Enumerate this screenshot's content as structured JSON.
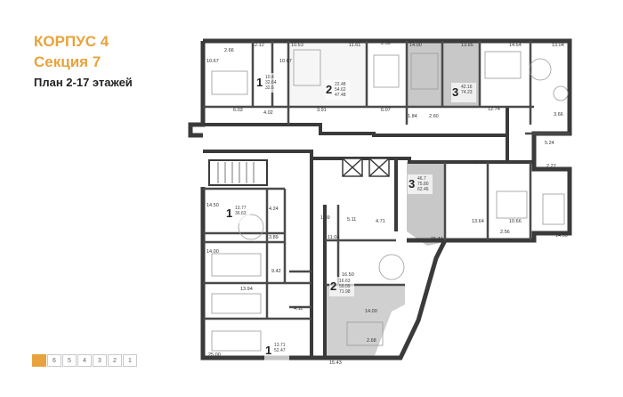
{
  "header": {
    "building": "КОРПУС 4",
    "section": "Секция 7",
    "floors": "План 2-17 этажей"
  },
  "section_selector": [
    {
      "label": "",
      "active": true
    },
    {
      "label": "6",
      "active": false
    },
    {
      "label": "5",
      "active": false
    },
    {
      "label": "4",
      "active": false
    },
    {
      "label": "3",
      "active": false
    },
    {
      "label": "2",
      "active": false
    },
    {
      "label": "1",
      "active": false
    }
  ],
  "apartments": [
    {
      "id": "top-1",
      "rooms": "1",
      "areas": [
        "10.4",
        "32.64",
        "32.6"
      ]
    },
    {
      "id": "top-2",
      "rooms": "2",
      "areas": [
        "22.48",
        "54.62",
        "47.48"
      ]
    },
    {
      "id": "top-3",
      "rooms": "3",
      "areas": [
        "42.16",
        "74.23"
      ]
    },
    {
      "id": "right-3",
      "rooms": "3",
      "areas": [
        "46.7",
        "75.80",
        "62.46"
      ]
    },
    {
      "id": "left-1a",
      "rooms": "1",
      "areas": [
        "13.77",
        "36.63"
      ]
    },
    {
      "id": "mid-2",
      "rooms": "2",
      "areas": [
        "16.63",
        "59.09",
        "71.98"
      ]
    },
    {
      "id": "left-1b",
      "rooms": "1",
      "areas": [
        "13.71",
        "52.47"
      ]
    }
  ],
  "room_areas": [
    "2.66",
    "12.12",
    "10.53",
    "11.61",
    "2.56",
    "14.00",
    "13.65",
    "14.54",
    "13.04",
    "10.67",
    "10.67",
    "6.03",
    "4.02",
    "3.91",
    "6.07",
    "1.84",
    "2.60",
    "12.74",
    "3.66",
    "5.24",
    "2.27",
    "12.83",
    "13.64",
    "10.66",
    "2.56",
    "14.00",
    "21.41",
    "14.50",
    "4.24",
    "3.89",
    "14.00",
    "9.42",
    "13.94",
    "4.11",
    "25.00",
    "15.43",
    "2.68",
    "1.89",
    "5.11",
    "4.71",
    "11.04",
    "16.50",
    "14.00"
  ]
}
